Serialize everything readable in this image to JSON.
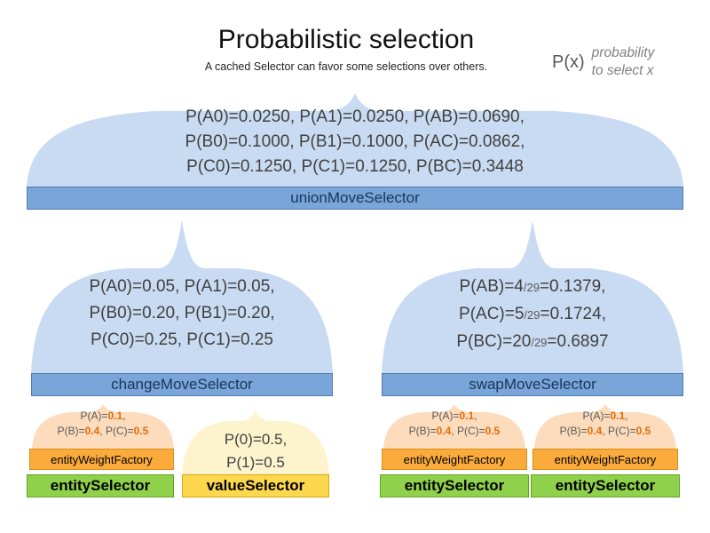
{
  "header": {
    "title": "Probabilistic selection",
    "subtitle": "A cached Selector can favor some selections over others.",
    "legend": {
      "symbol": "P(x)",
      "line1": "probability",
      "line2": "to select x"
    }
  },
  "union": {
    "lines": [
      "P(A0)=0.0250, P(A1)=0.0250, P(AB)=0.0690,",
      "P(B0)=0.1000, P(B1)=0.1000, P(AC)=0.0862,",
      "P(C0)=0.1250, P(C1)=0.1250, P(BC)=0.3448"
    ],
    "bar_label": "unionMoveSelector"
  },
  "change": {
    "lines": [
      "P(A0)=0.05, P(A1)=0.05,",
      "P(B0)=0.20, P(B1)=0.20,",
      "P(C0)=0.25, P(C1)=0.25"
    ],
    "bar_label": "changeMoveSelector"
  },
  "swap": {
    "lines": [
      {
        "pre": "P(AB)=4",
        "frac": "/29",
        "post": "=0.1379,"
      },
      {
        "pre": "P(AC)=5",
        "frac": "/29",
        "post": "=0.1724,"
      },
      {
        "pre": "P(BC)=20",
        "frac": "/29",
        "post": "=0.6897"
      }
    ],
    "bar_label": "swapMoveSelector"
  },
  "weight_dome": {
    "l1_pre": "P(A)=",
    "l1_val": "0.1",
    "l1_post": ",",
    "l2_pre": "P(B)=",
    "l2_val": "0.4",
    "l2_mid": ", P(C)=",
    "l2_val2": "0.5"
  },
  "value_dome": {
    "lines": [
      "P(0)=0.5,",
      "P(1)=0.5"
    ]
  },
  "bars": {
    "entity_weight_factory": "entityWeightFactory",
    "entity_selector": "entitySelector",
    "value_selector": "valueSelector"
  },
  "colors": {
    "dome_blue": "#c9dbf2",
    "bar_blue": "#7aa5d8",
    "dome_orange": "#fcdcbc",
    "bar_orange": "#fbab3c",
    "bar_green": "#8fd14a",
    "dome_yellow": "#fdf3cd",
    "bar_yellow": "#fdd84e",
    "value_highlight_orange": "#e36c09"
  }
}
